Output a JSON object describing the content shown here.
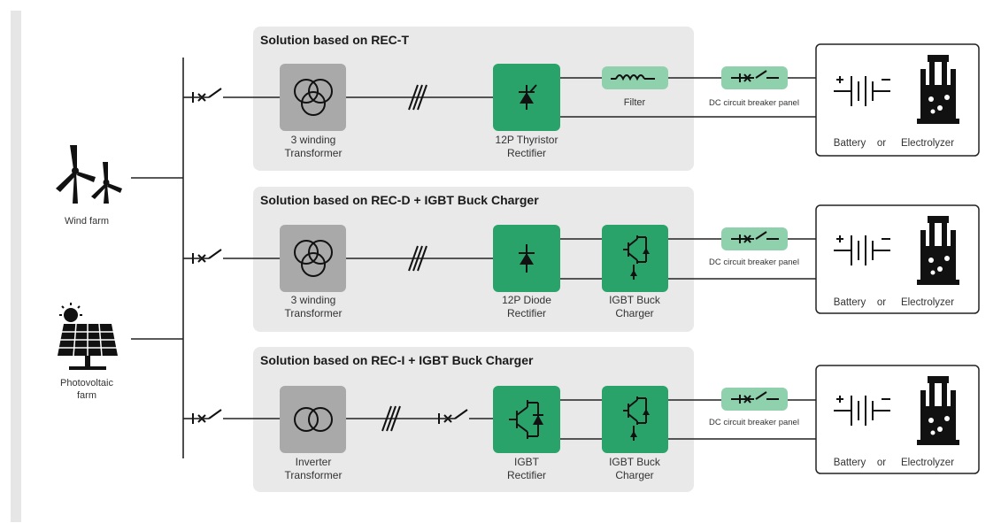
{
  "sources": {
    "wind_label": "Wind farm",
    "pv_label_line1": "Photovoltaic",
    "pv_label_line2": "farm"
  },
  "solutions": [
    {
      "title": "Solution based on REC-T",
      "transformer": [
        "3 winding",
        "Transformer"
      ],
      "rectifier": [
        "12P Thyristor",
        "Rectifier"
      ],
      "filter": "Filter",
      "breaker": "DC circuit breaker panel",
      "load": [
        "Battery",
        "or",
        "Electrolyzer"
      ]
    },
    {
      "title": "Solution based on REC-D + IGBT Buck Charger",
      "transformer": [
        "3 winding",
        "Transformer"
      ],
      "rectifier": [
        "12P Diode",
        "Rectifier"
      ],
      "charger": [
        "IGBT Buck",
        "Charger"
      ],
      "breaker": "DC circuit breaker panel",
      "load": [
        "Battery",
        "or",
        "Electrolyzer"
      ]
    },
    {
      "title": "Solution based on REC-I + IGBT Buck Charger",
      "transformer": [
        "Inverter",
        "Transformer"
      ],
      "rectifier": [
        "IGBT",
        "Rectifier"
      ],
      "charger": [
        "IGBT Buck",
        "Charger"
      ],
      "breaker": "DC circuit breaker panel",
      "load": [
        "Battery",
        "or",
        "Electrolyzer"
      ]
    }
  ],
  "colors": {
    "panel": "#e9e9e9",
    "transformer": "#a9a9a9",
    "converter": "#2aa36b",
    "light_green": "#8fd1ad",
    "side_bar": "#e6e6e6"
  }
}
